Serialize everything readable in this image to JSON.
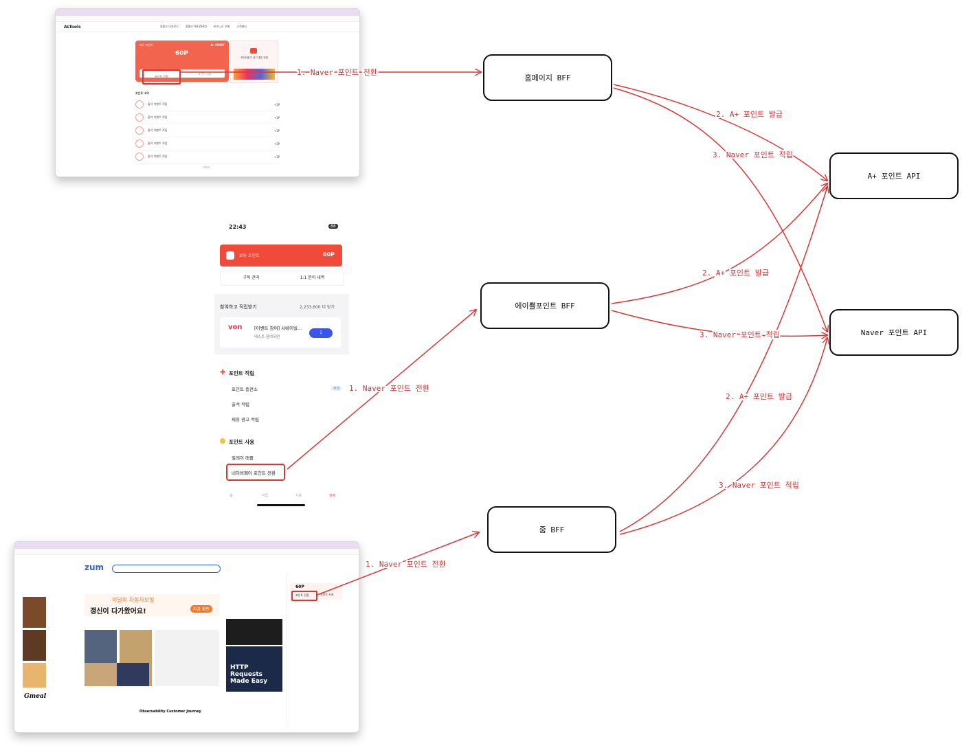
{
  "nodes": {
    "homepage_bff": "홈페이지 BFF",
    "a_point_bff": "에이쁠포인트 BFF",
    "zum_bff": "줌 BFF",
    "a_plus_api": "A+ 포인트 API",
    "naver_api": "Naver 포인트 API"
  },
  "edges": {
    "naver_convert": "1. Naver 포인트 전환",
    "a_plus_issue": "2. A+ 포인트 발급",
    "naver_accrue": "3. Naver 포인트 적립"
  },
  "colors": {
    "arrow": "#d93636",
    "node_border": "#111111",
    "accent": "#f04a3a"
  },
  "web_screenshot": {
    "logo": "ALTools",
    "nav": [
      "알툴즈 다운로드",
      "알툴즈 AD-ZERO",
      "비즈니스 구매",
      "고객센터"
    ],
    "card_title": "보유 포인트",
    "card_value": "60P",
    "card_brand": "A+POINT",
    "promo": "포인트를 더 쌓기 좋은 방법",
    "convert_btn": "포인트 전환",
    "second_btn": "포인트 사용",
    "history_title": "포인트 내역",
    "history_item": "출석 이벤트 적립",
    "history_value": "+1P",
    "more": "더보기"
  },
  "phone": {
    "time": "22:43",
    "battery": "88",
    "points_label": "보유 포인트",
    "points_value": "60P",
    "link_subscribe": "구독 관리",
    "link_inquiry": "1:1 문의 내역",
    "participate": "참여하고 적립받기",
    "participate_count": "2,233,600 더 받기",
    "event_brand": "von",
    "event_title": "[이벤트 참여] 서베이빌...",
    "event_sub": "테스트 참여하면",
    "event_btn": "1",
    "section_earn": "포인트 적립",
    "earn_items": [
      "포인트 충전소",
      "출석 적립",
      "제휴 광고 적립"
    ],
    "earn_badge": "추천",
    "section_use": "포인트 사용",
    "use_items": [
      "릴레이 래플",
      "네이버페이 포인트 전환"
    ],
    "tabs": [
      "홈",
      "적립",
      "사용",
      "전체"
    ]
  },
  "zum_screenshot": {
    "logo": "zum",
    "banner_line1": "이달의 자동차보험",
    "banner_line2": "갱신이 다가왔어요!",
    "banner_btn": "지금 확인",
    "side_value": "60P",
    "side_btn": "포인트 전환",
    "side_btn2": "포인트 사용",
    "ad_title": "HTTP Requests Made Easy",
    "footer_ad": "Observability Customer Journey",
    "brand": "Gmeal"
  }
}
